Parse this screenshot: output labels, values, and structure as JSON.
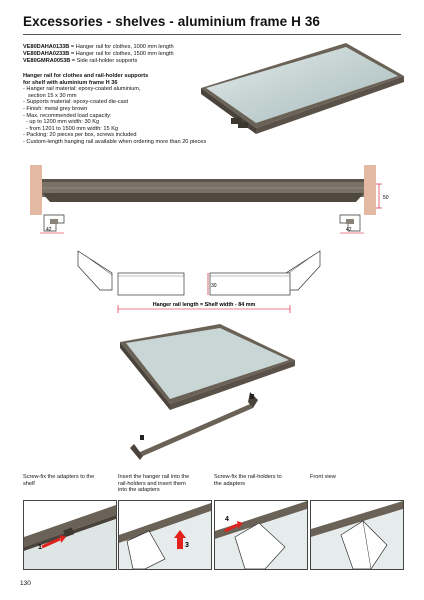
{
  "page": {
    "title": "Excessories - shelves - aluminium frame H 36",
    "page_number": "130"
  },
  "codes": [
    {
      "code": "VE80DAHA0133B",
      "desc": " = Hanger rail for clothes, 1000 mm length"
    },
    {
      "code": "VE80DAHA0233B",
      "desc": " = Hanger rail for clothes, 1500 mm length"
    },
    {
      "code": "VE80GMRA0053B",
      "desc": " = Side rail-holder supports"
    }
  ],
  "spec": {
    "heading_1": "Hanger rail for clothes and rail-holder supports",
    "heading_2": "for shelf with aluminium frame H 36",
    "lines": [
      "- Hanger rail material: epoxy-coated aluminium,",
      "  section 15 x 30 mm",
      "- Supports material: epoxy-coated die-cast",
      "- Finish: metal grey brown",
      "- Max. recommended load capacity:",
      "- up to 1200 mm width: 30 Kg",
      "- from 1201 to 1500 mm width: 15 Kg",
      "- Packing: 20 pieces per box, screws included",
      "- Custom-length hanging rail available when ordering more than 20 pieces"
    ]
  },
  "drawing": {
    "dim_50": "50",
    "dim_42_left": "42",
    "dim_42_right": "42",
    "dim_30": "30",
    "rail_length_label": "Hanger rail length = Shelf width - 84 mm"
  },
  "steps": [
    {
      "caption_1": "Screw-fix the adapters to the",
      "caption_2": "shelf",
      "caption_3": "",
      "number": "1"
    },
    {
      "caption_1": "Insert the hanger rail into the",
      "caption_2": "rail-holders and insert them",
      "caption_3": "into the adapters",
      "number": "3"
    },
    {
      "caption_1": "Screw-fix the rail-holders to",
      "caption_2": "the adapters",
      "caption_3": "",
      "number": "4"
    },
    {
      "caption_1": "Front view",
      "caption_2": "",
      "caption_3": "",
      "number": ""
    }
  ],
  "colors": {
    "frame": "#6b6257",
    "glass": "#c9d6d6",
    "wall": "#e3b9a4",
    "dimension": "#d0021b",
    "arrow": "#e2211c"
  }
}
